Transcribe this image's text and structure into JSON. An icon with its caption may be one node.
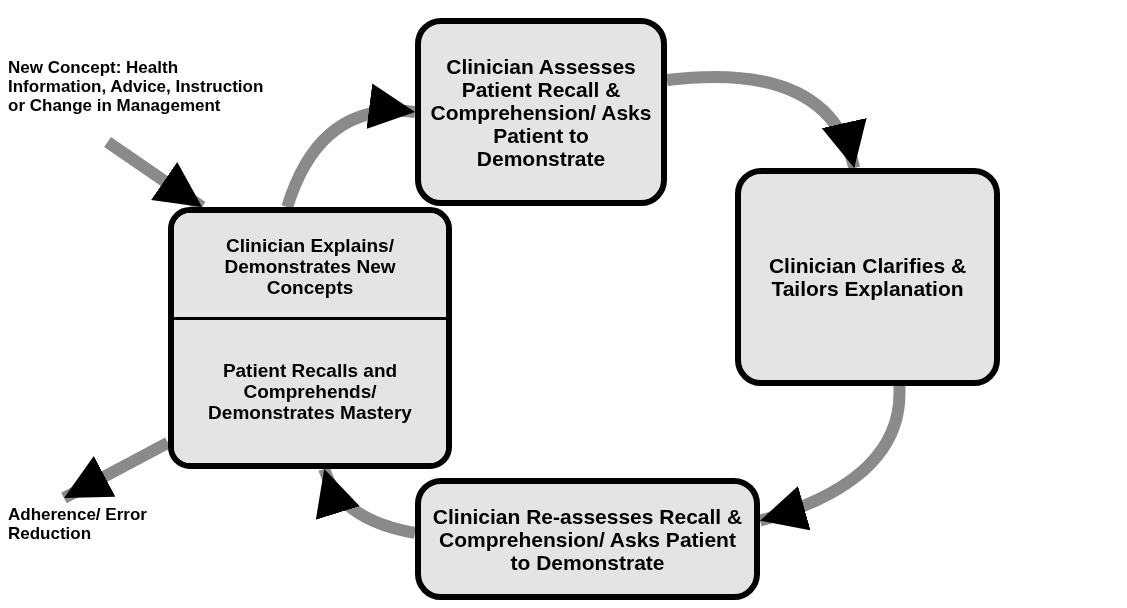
{
  "diagram": {
    "nodes": [
      {
        "text": [
          "New Concept: Health Information, Advice, Instruction or Change in Management"
        ]
      },
      {
        "text": [],
        "shape": "box"
      },
      {
        "text": [
          "Clinician Explains/ Demonstrates New Concepts"
        ],
        "in": 1
      },
      {
        "text": [
          "Patient Recalls and Comprehends/ Demonstrates Mastery"
        ],
        "in": 1
      },
      {
        "text": [
          "Clinician Assesses Patient Recall & Comprehension/ Asks Patient to Demonstrate"
        ]
      },
      {
        "text": [
          "Clinician Clarifies & Tailors Explanation"
        ]
      },
      {
        "text": [
          "Clinician Re-assesses Recall & Comprehension/ Asks Patient to Demonstrate"
        ]
      },
      {
        "text": [
          "Adherence/ Error Reduction"
        ]
      }
    ],
    "edges": [
      {
        "from": 0,
        "to": 1,
        "arrow": "to"
      },
      {
        "from": 1,
        "to": 4,
        "arrow": "to"
      },
      {
        "from": 4,
        "to": 5,
        "arrow": "to"
      },
      {
        "from": 5,
        "to": 6,
        "arrow": "to"
      },
      {
        "from": 6,
        "to": 1,
        "arrow": "to"
      },
      {
        "from": 1,
        "to": 7,
        "arrow": "to"
      }
    ]
  }
}
